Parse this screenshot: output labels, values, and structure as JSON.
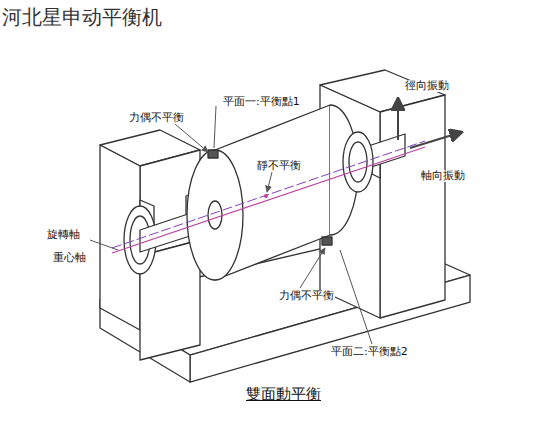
{
  "diagram": {
    "title": "河北星申动平衡机",
    "caption": "雙面動平衡",
    "labels": [
      "力偶不平衡",
      "平面一:平衡點1",
      "靜不平衡",
      "徑向振動",
      "軸向振動",
      "旋轉軸",
      "重心軸",
      "力偶不平衡",
      "平面二:平衡點2"
    ]
  }
}
